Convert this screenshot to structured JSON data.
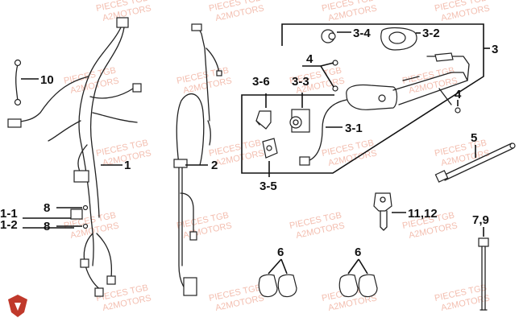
{
  "watermarks": [
    {
      "line1": "PIECES TGB",
      "line2": "A2MOTORS"
    }
  ],
  "labels": {
    "l10": "10",
    "l1": "1",
    "l1_1": "1-1",
    "l1_2": "1-2",
    "l8a": "8",
    "l8b": "8",
    "l2": "2",
    "l3": "3",
    "l3_1": "3-1",
    "l3_2": "3-2",
    "l3_3": "3-3",
    "l3_4": "3-4",
    "l3_5": "3-5",
    "l3_6": "3-6",
    "l4a": "4",
    "l4b": "4",
    "l5": "5",
    "l6a": "6",
    "l6b": "6",
    "l7_9": "7,9",
    "l11_12": "11,12"
  },
  "colors": {
    "watermark": "#f2b8a8",
    "line": "#111111",
    "logo": "#c0392b"
  },
  "logo_icon": "tgb-shield-logo"
}
